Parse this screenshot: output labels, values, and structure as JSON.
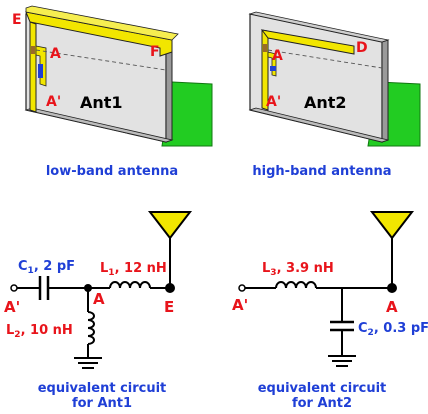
{
  "ant1": {
    "name": "Ant1",
    "labels": {
      "E": "E",
      "F": "F",
      "A": "A",
      "A_prime": "A'"
    },
    "caption": "low-band antenna"
  },
  "ant2": {
    "name": "Ant2",
    "labels": {
      "A": "A",
      "D": "D",
      "A_prime": "A'"
    },
    "caption": "high-band antenna"
  },
  "circuit1": {
    "c1_symbol": "C",
    "c1_sub": "1",
    "c1_value": ", 2 pF",
    "l1_symbol": "L",
    "l1_sub": "1",
    "l1_value": ", 12 nH",
    "l2_symbol": "L",
    "l2_sub": "2",
    "l2_value": ", 10 nH",
    "node_A_prime": "A'",
    "node_A": "A",
    "node_E": "E",
    "caption_line1": "equivalent circuit",
    "caption_line2": "for Ant1"
  },
  "circuit2": {
    "l3_symbol": "L",
    "l3_sub": "3",
    "l3_value": ", 3.9 nH",
    "c2_symbol": "C",
    "c2_sub": "2",
    "c2_value": ", 0.3 pF",
    "node_A_prime": "A'",
    "node_A": "A",
    "caption_line1": "equivalent circuit",
    "caption_line2": "for Ant2"
  },
  "colors": {
    "label_red": "#e8141b",
    "label_blue": "#1f3fd6",
    "antenna_yellow": "#f2e600",
    "ground_green": "#22cc22",
    "board_gray": "#e2e2e2"
  }
}
